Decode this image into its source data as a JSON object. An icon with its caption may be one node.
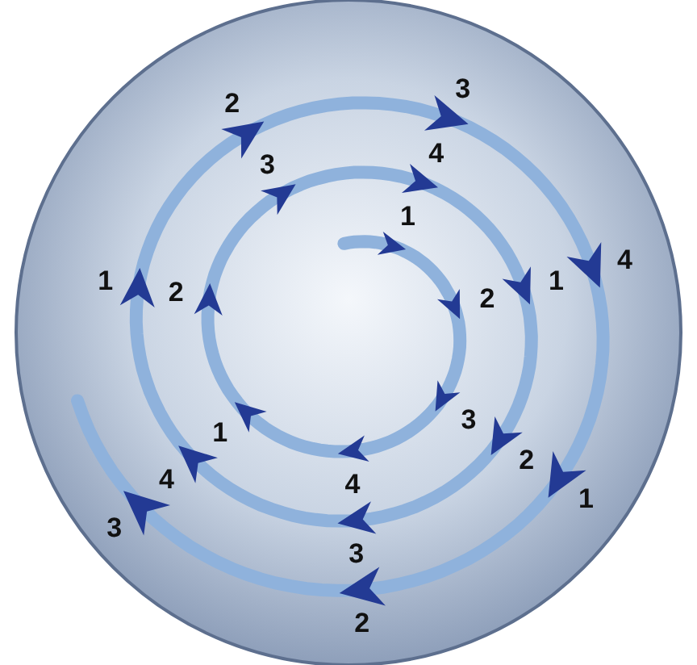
{
  "diagram": {
    "labels": [
      "1",
      "2",
      "3",
      "4",
      "1",
      "2",
      "3",
      "4",
      "1",
      "2",
      "3",
      "4",
      "1",
      "2",
      "3",
      "4",
      "1",
      "2",
      "3"
    ]
  }
}
